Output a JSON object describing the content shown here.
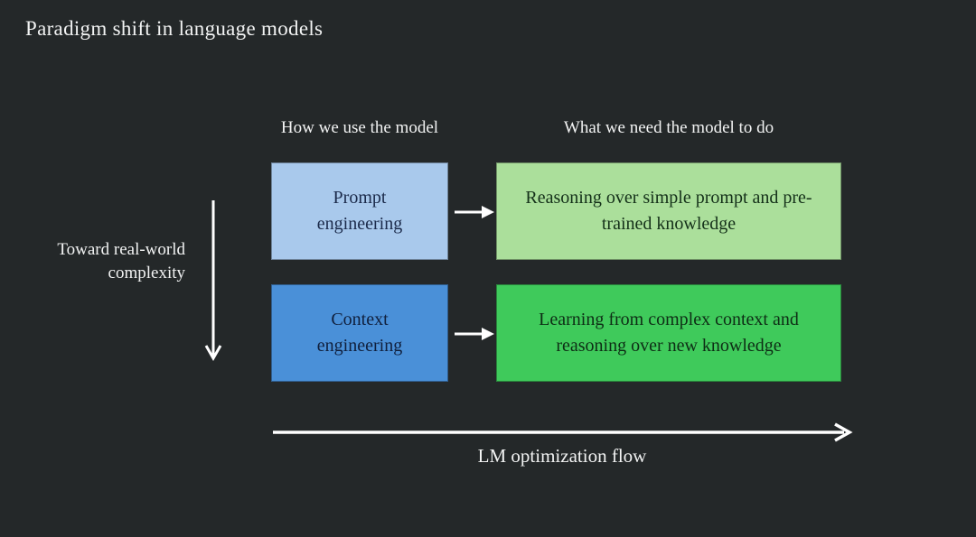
{
  "slide": {
    "title": "Paradigm shift in language models",
    "background_color": "#242829",
    "text_color": "#f2f3f3",
    "arrow_color": "#ffffff"
  },
  "headers": {
    "usage_column": "How we use the model",
    "need_column": "What we need the model to do"
  },
  "flow_rows": [
    {
      "usage_label": "Prompt engineering",
      "usage_fill": "#a9c9ec",
      "usage_text_color": "#1b2a4a",
      "need_label": "Reasoning over simple prompt and pre-trained knowledge",
      "need_fill": "#abdf9b",
      "need_text_color": "#143019"
    },
    {
      "usage_label": "Context engineering",
      "usage_fill": "#4a90d8",
      "usage_text_color": "#101f3c",
      "need_label": "Learning from complex context and reasoning over new knowledge",
      "need_fill": "#3fca5b",
      "need_text_color": "#0e2d15"
    }
  ],
  "axes": {
    "complexity_label": "Toward real-world complexity",
    "optimization_label": "LM optimization flow"
  }
}
